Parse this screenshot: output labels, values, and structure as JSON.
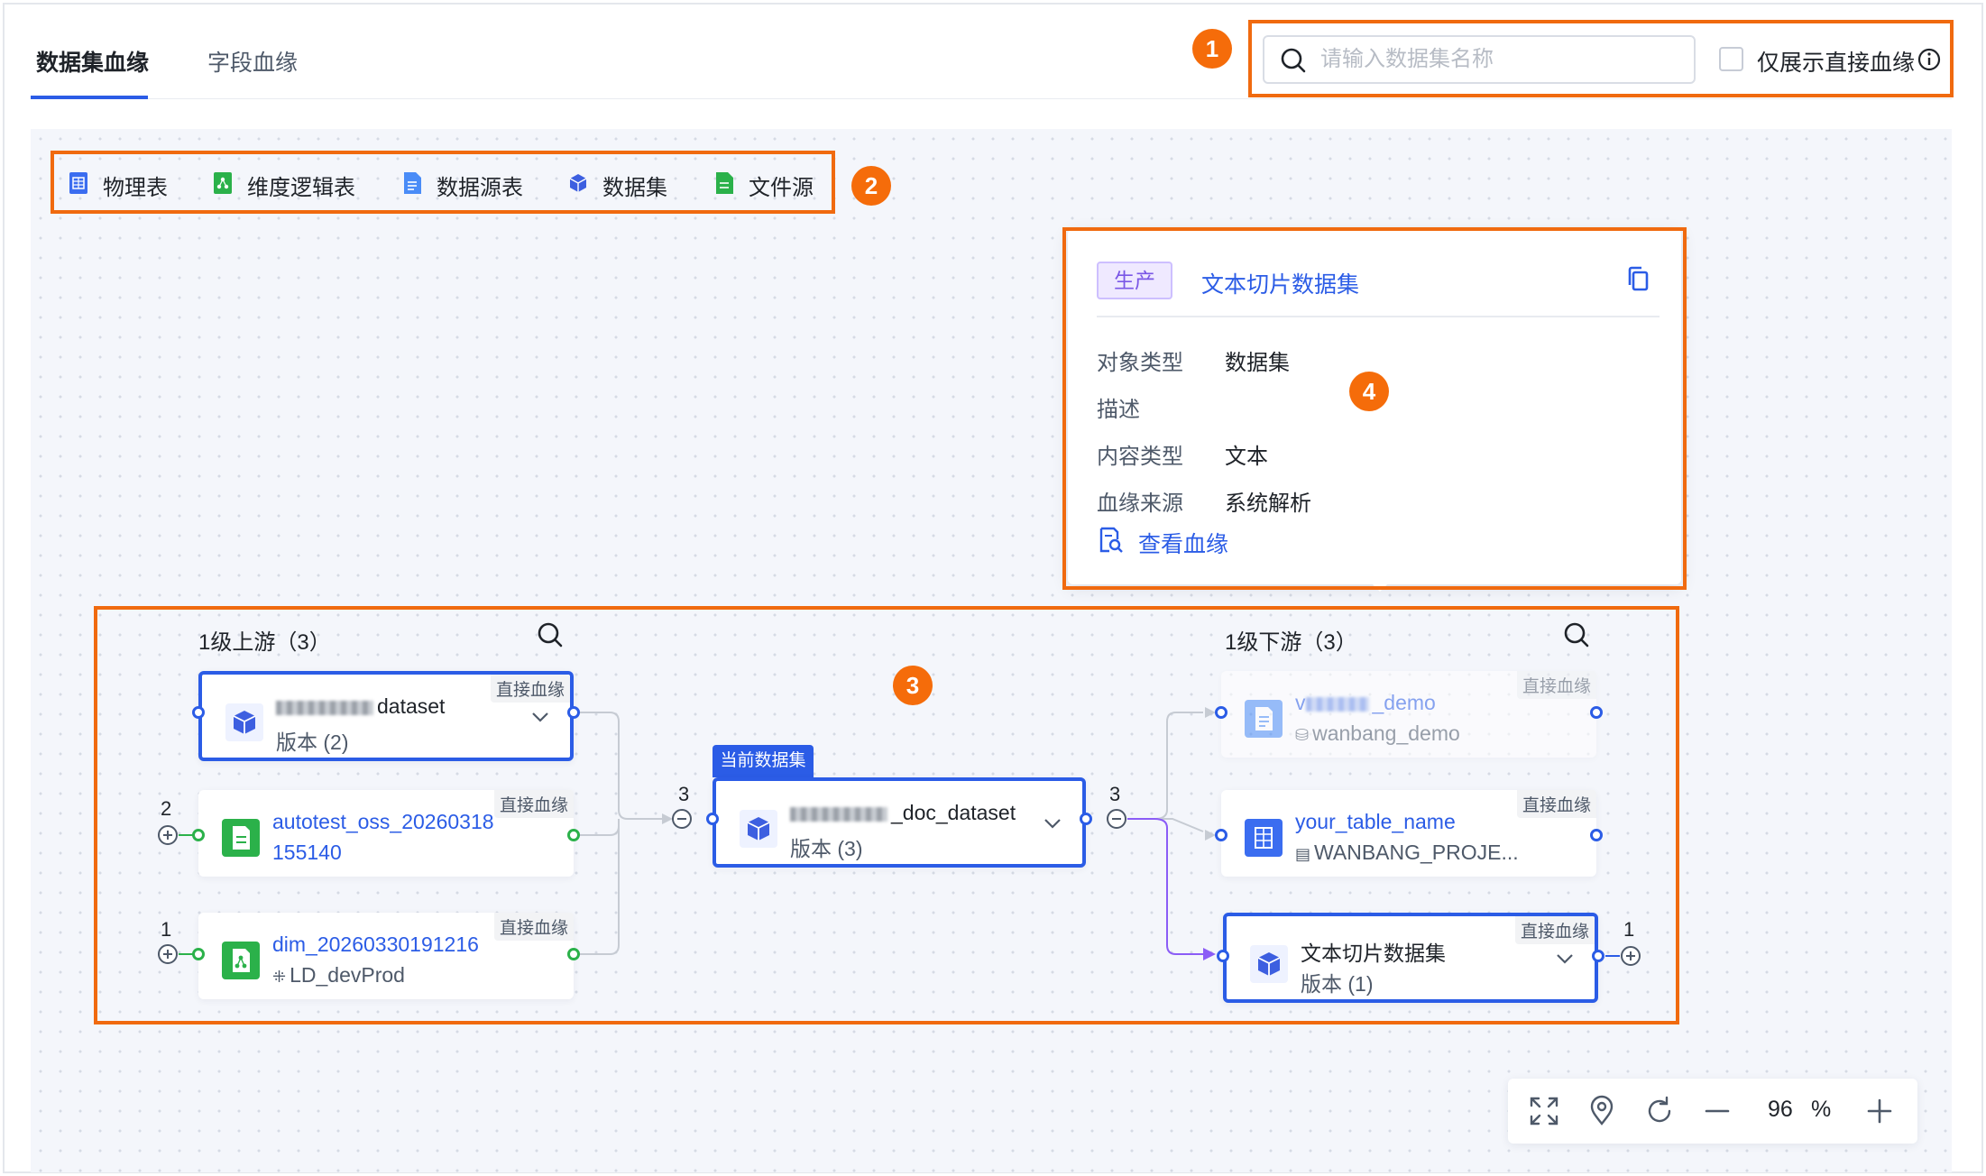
{
  "tabs": [
    {
      "label": "数据集血缘",
      "active": true
    },
    {
      "label": "字段血缘",
      "active": false
    }
  ],
  "search": {
    "placeholder": "请输入数据集名称",
    "value": ""
  },
  "direct_only": {
    "label": "仅展示直接血缘",
    "checked": false
  },
  "badges": [
    "1",
    "2",
    "3",
    "4"
  ],
  "legend": [
    {
      "label": "物理表",
      "icon": "physical-table-icon",
      "color": "#3b6df0"
    },
    {
      "label": "维度逻辑表",
      "icon": "dimension-logic-table-icon",
      "color": "#2bb14a"
    },
    {
      "label": "数据源表",
      "icon": "datasource-table-icon",
      "color": "#4a8cf7"
    },
    {
      "label": "数据集",
      "icon": "dataset-cube-icon",
      "color": "#3d5fe0"
    },
    {
      "label": "文件源",
      "icon": "file-source-icon",
      "color": "#2bb14a"
    }
  ],
  "popup": {
    "tag": "生产",
    "title": "文本切片数据集",
    "rows": [
      {
        "label": "对象类型",
        "value": "数据集"
      },
      {
        "label": "描述",
        "value": ""
      },
      {
        "label": "内容类型",
        "value": "文本"
      },
      {
        "label": "血缘来源",
        "value": "系统解析"
      }
    ],
    "link": "查看血缘"
  },
  "upstream": {
    "title": "1级上游（3）",
    "nodes": [
      {
        "name": "dataset",
        "sub": "版本 (2)",
        "tag": "直接血缘"
      },
      {
        "name": "autotest_oss_20260318",
        "name2": "155140",
        "tag": "直接血缘",
        "count": "2"
      },
      {
        "name": "dim_20260330191216",
        "sub": "LD_devProd",
        "tag": "直接血缘",
        "count": "1"
      }
    ]
  },
  "current": {
    "label": "当前数据集",
    "name": "_doc_dataset",
    "sub": "版本 (3)",
    "left_count": "3",
    "right_count": "3"
  },
  "downstream": {
    "title": "1级下游（3）",
    "nodes": [
      {
        "name_prefix": "v",
        "name": "_demo",
        "sub": "wanbang_demo",
        "tag": "直接血缘"
      },
      {
        "name": "your_table_name",
        "sub": "WANBANG_PROJE...",
        "tag": "直接血缘"
      },
      {
        "name": "文本切片数据集",
        "sub": "版本 (1)",
        "tag": "直接血缘",
        "count": "1"
      }
    ]
  },
  "toolbar": {
    "zoom": "96",
    "pct": "%"
  }
}
